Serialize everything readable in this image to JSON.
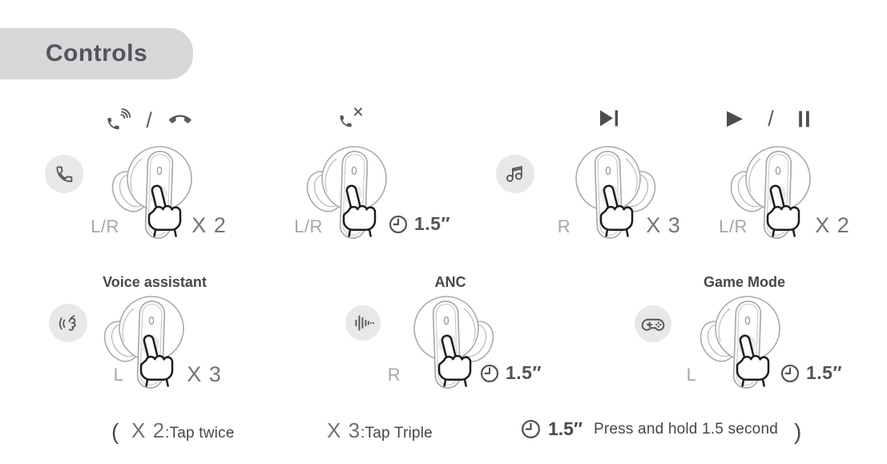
{
  "title": "Controls",
  "groups": [
    {
      "id": "incoming-call",
      "category_icon": "phone-icon",
      "action_icons": [
        "answer-call-icon",
        "end-call-icon"
      ],
      "separator": "/",
      "earbud": "left",
      "side": "L/R",
      "gesture": "X 2"
    },
    {
      "id": "reject-call",
      "action_icons": [
        "reject-call-icon"
      ],
      "earbud": "left",
      "side": "L/R",
      "gesture": "1.5″",
      "gesture_icon": "clock-icon"
    },
    {
      "id": "next-track",
      "category_icon": "music-icon",
      "action_icons": [
        "next-track-icon"
      ],
      "earbud": "right",
      "side": "R",
      "gesture": "X 3"
    },
    {
      "id": "play-pause",
      "action_icons": [
        "play-icon",
        "pause-icon"
      ],
      "separator": "/",
      "earbud": "left",
      "side": "L/R",
      "gesture": "X 2"
    },
    {
      "id": "voice-assistant",
      "category_icon": "voice-assistant-icon",
      "label": "Voice assistant",
      "earbud": "left",
      "side": "L",
      "gesture": "X 3"
    },
    {
      "id": "anc",
      "category_icon": "anc-icon",
      "label": "ANC",
      "earbud": "right",
      "side": "R",
      "gesture": "1.5″",
      "gesture_icon": "clock-icon"
    },
    {
      "id": "game-mode",
      "category_icon": "game-mode-icon",
      "label": "Game Mode",
      "earbud": "left",
      "side": "L",
      "gesture": "1.5″",
      "gesture_icon": "clock-icon"
    }
  ],
  "legend": {
    "open": "(",
    "items": [
      {
        "symbol": "X 2",
        "desc": ":Tap twice"
      },
      {
        "symbol": "X 3",
        "desc": ":Tap Triple"
      },
      {
        "symbol": "1.5″",
        "icon": "clock-icon",
        "desc": "Press and hold 1.5 second"
      }
    ],
    "close": ")"
  },
  "colors": {
    "pill_bg": "#d7d7d9",
    "icon_dark": "#55565a",
    "outline_gray": "#a8aaad",
    "label_gray": "#a5a7aa",
    "circle_bg": "#e8e8ea"
  }
}
